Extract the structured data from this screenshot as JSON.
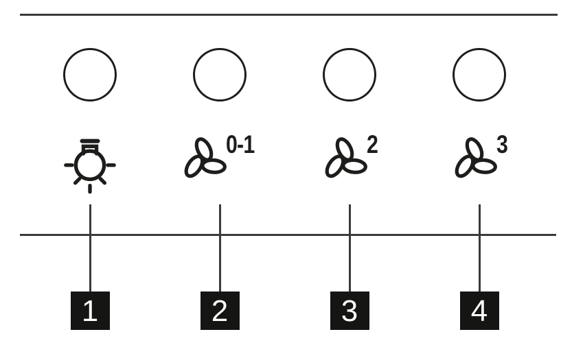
{
  "diagram_title": "cooker-hood control panel diagram",
  "controls": [
    {
      "id": "light",
      "icon": "light-icon",
      "label": "",
      "callout": "1"
    },
    {
      "id": "fan-speed-0-1",
      "icon": "fan-icon",
      "label": "0-1",
      "callout": "2"
    },
    {
      "id": "fan-speed-2",
      "icon": "fan-icon",
      "label": "2",
      "callout": "3"
    },
    {
      "id": "fan-speed-3",
      "icon": "fan-icon",
      "label": "3",
      "callout": "4"
    }
  ],
  "colors": {
    "background": "#ffffff",
    "stroke": "#1d1d1b",
    "line": "#3a3a3a",
    "callout_bg": "#151514",
    "callout_text": "#ffffff"
  }
}
